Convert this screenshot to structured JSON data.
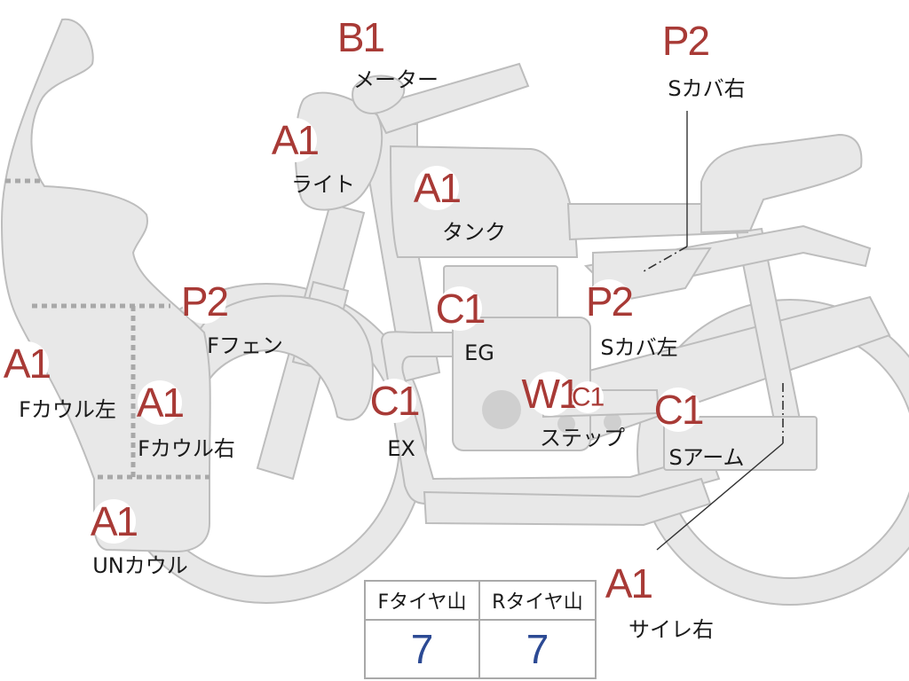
{
  "parts": {
    "meter": {
      "grade": "B1",
      "label": "メーター"
    },
    "seat_cover_r": {
      "grade": "P2",
      "label": "Sカバ右"
    },
    "light": {
      "grade": "A1",
      "label": "ライト"
    },
    "tank": {
      "grade": "A1",
      "label": "タンク"
    },
    "front_fender": {
      "grade": "P2",
      "label": "Fフェン"
    },
    "engine": {
      "grade": "C1",
      "label": "EG"
    },
    "seat_cover_l": {
      "grade": "P2",
      "label": "Sカバ左"
    },
    "front_cowl_l": {
      "grade": "A1",
      "label": "Fカウル左"
    },
    "front_cowl_r": {
      "grade": "A1",
      "label": "Fカウル右"
    },
    "exhaust": {
      "grade": "C1",
      "label": "EX"
    },
    "step": {
      "grade": "W1",
      "grade2": "C1",
      "label": "ステップ"
    },
    "swing_arm": {
      "grade": "C1",
      "label": "Sアーム"
    },
    "under_cowl": {
      "grade": "A1",
      "label": "UNカウル"
    },
    "silencer_r": {
      "grade": "A1",
      "label": "サイレ右"
    }
  },
  "tread": {
    "front_header": "Fタイヤ山",
    "rear_header": "Rタイヤ山",
    "front_value": "7",
    "rear_value": "7"
  },
  "colors": {
    "grade_text": "#a83a36",
    "part_fill": "#e8e8e8",
    "tread_value": "#2c4a94"
  }
}
